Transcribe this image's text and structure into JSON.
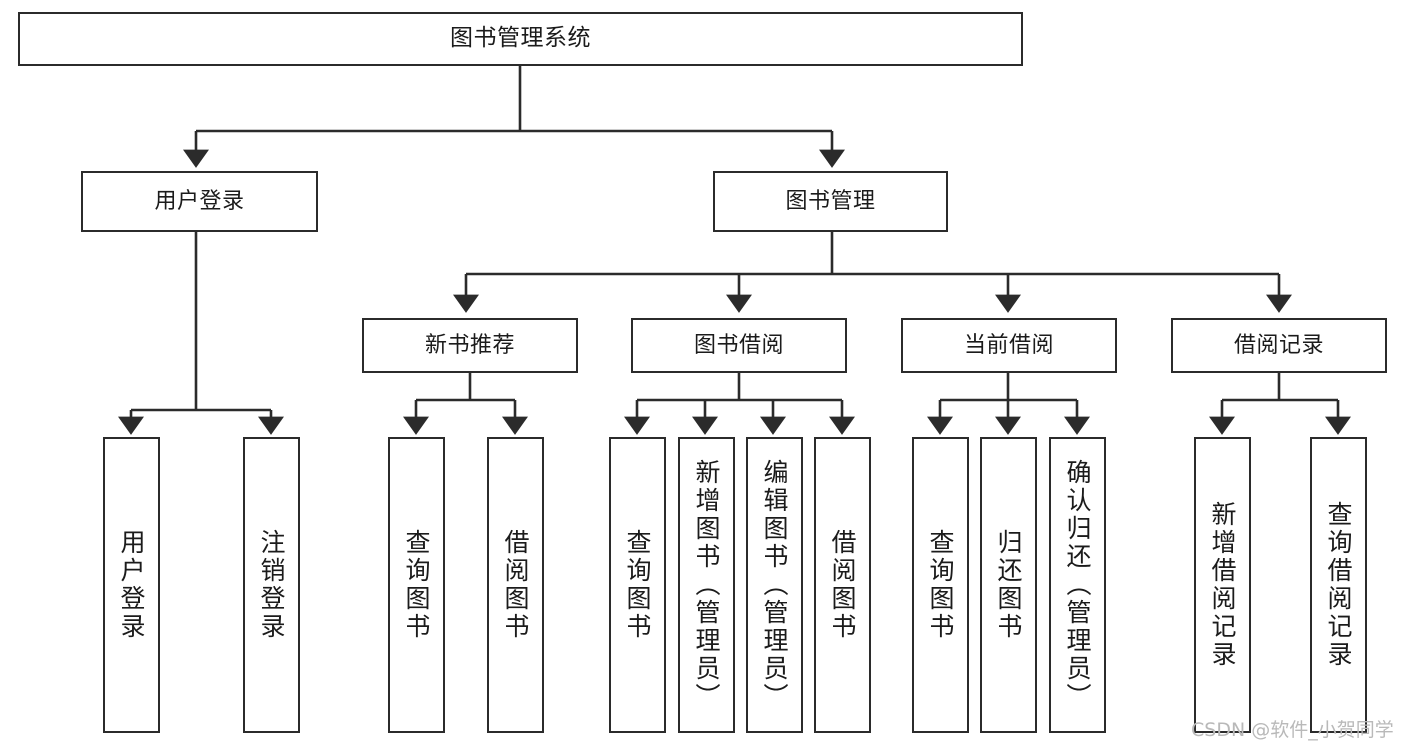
{
  "diagram": {
    "title": "图书管理系统",
    "type": "功能结构图",
    "colors": {
      "border": "#2b2b2b",
      "background": "#ffffff",
      "text": "#1b1b1b",
      "watermark": "#b9b9b9"
    },
    "watermark": "CSDN @软件_小贺同学",
    "nodes": {
      "root": {
        "label": "图书管理系统"
      },
      "level1": [
        {
          "label": "用户登录"
        },
        {
          "label": "图书管理"
        }
      ],
      "level2": [
        {
          "label": "新书推荐"
        },
        {
          "label": "图书借阅"
        },
        {
          "label": "当前借阅"
        },
        {
          "label": "借阅记录"
        }
      ],
      "leaves": {
        "user_login": [
          {
            "label": "用户登录"
          },
          {
            "label": "注销登录"
          }
        ],
        "new_book_rec": [
          {
            "label": "查询图书"
          },
          {
            "label": "借阅图书"
          }
        ],
        "book_borrow": [
          {
            "label": "查询图书"
          },
          {
            "label": "新增图书（管理员）"
          },
          {
            "label": "编辑图书（管理员）"
          },
          {
            "label": "借阅图书"
          }
        ],
        "current_borrow": [
          {
            "label": "查询图书"
          },
          {
            "label": "归还图书"
          },
          {
            "label": "确认归还（管理员）"
          }
        ],
        "borrow_record": [
          {
            "label": "新增借阅记录"
          },
          {
            "label": "查询借阅记录"
          }
        ]
      }
    }
  }
}
